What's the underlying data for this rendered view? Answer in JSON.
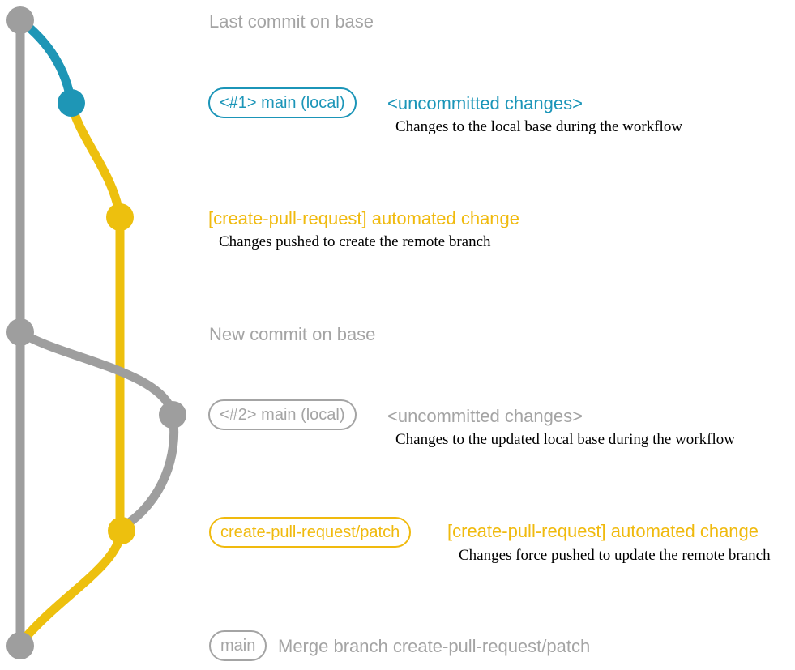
{
  "colors": {
    "branch_gray": "#9e9e9e",
    "branch_blue": "#1e96b6",
    "branch_yellow": "#edc00e",
    "label_gray": "#a4a4a4",
    "label_blue": "#1b95b8",
    "label_yellow": "#f0ba0e",
    "description_black": "#000000"
  },
  "graph": {
    "commits": [
      {
        "name": "last-commit-on-base",
        "color": "gray"
      },
      {
        "name": "local-main-1",
        "color": "blue"
      },
      {
        "name": "create-pull-request-branch-created",
        "color": "yellow"
      },
      {
        "name": "new-commit-on-base",
        "color": "gray"
      },
      {
        "name": "local-main-2",
        "color": "gray"
      },
      {
        "name": "create-pull-request-branch-updated",
        "color": "yellow"
      },
      {
        "name": "merge-commit",
        "color": "gray"
      }
    ]
  },
  "annotations": {
    "last_commit_label": "Last commit on base",
    "new_commit_label": "New commit on base",
    "row_local1": {
      "badge": "<#1> main (local)",
      "title": "<uncommitted changes>",
      "description": "Changes to the local base during the workflow"
    },
    "row_push1": {
      "title": "[create-pull-request] automated change",
      "description": "Changes pushed to create the remote branch"
    },
    "row_local2": {
      "badge": "<#2> main (local)",
      "title": "<uncommitted changes>",
      "description": "Changes to the updated local base during the workflow"
    },
    "row_push2": {
      "badge": "create-pull-request/patch",
      "title": "[create-pull-request] automated change",
      "description": "Changes force pushed to update the remote branch"
    },
    "row_merge": {
      "badge": "main",
      "title": "Merge branch create-pull-request/patch"
    }
  }
}
